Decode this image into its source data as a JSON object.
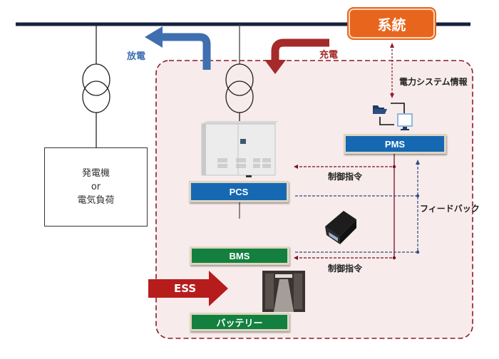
{
  "grid": {
    "label": "系統",
    "color": "#e8651e"
  },
  "flows": {
    "discharge": {
      "label": "放電",
      "color": "#3f6fb0"
    },
    "charge": {
      "label": "充電",
      "color": "#a52a2a"
    }
  },
  "generator": {
    "line1": "発電機",
    "line2": "or",
    "line3": "電気負荷"
  },
  "ess": {
    "label": "ESS",
    "color": "#b71c1c",
    "boundary_color": "#8b1a2b",
    "fill": "#f8ebeb"
  },
  "components": {
    "pms": {
      "label": "PMS",
      "color": "#1668b2"
    },
    "pcs": {
      "label": "PCS",
      "color": "#1668b2"
    },
    "bms": {
      "label": "BMS",
      "color": "#138040"
    },
    "battery": {
      "label": "バッテリー",
      "color": "#138040"
    }
  },
  "signals": {
    "power_system_info": "電力システム情報",
    "control_command_top": "制御指令",
    "control_command_bottom": "制御指令",
    "feedback": "フィードバック"
  },
  "icons": {
    "pms": [
      "folder-icon",
      "monitor-icon"
    ],
    "pcs": "inverter-cabinet-image",
    "bms": "bms-module-image",
    "battery": "battery-rack-image",
    "transformer": "transformer-symbol"
  }
}
